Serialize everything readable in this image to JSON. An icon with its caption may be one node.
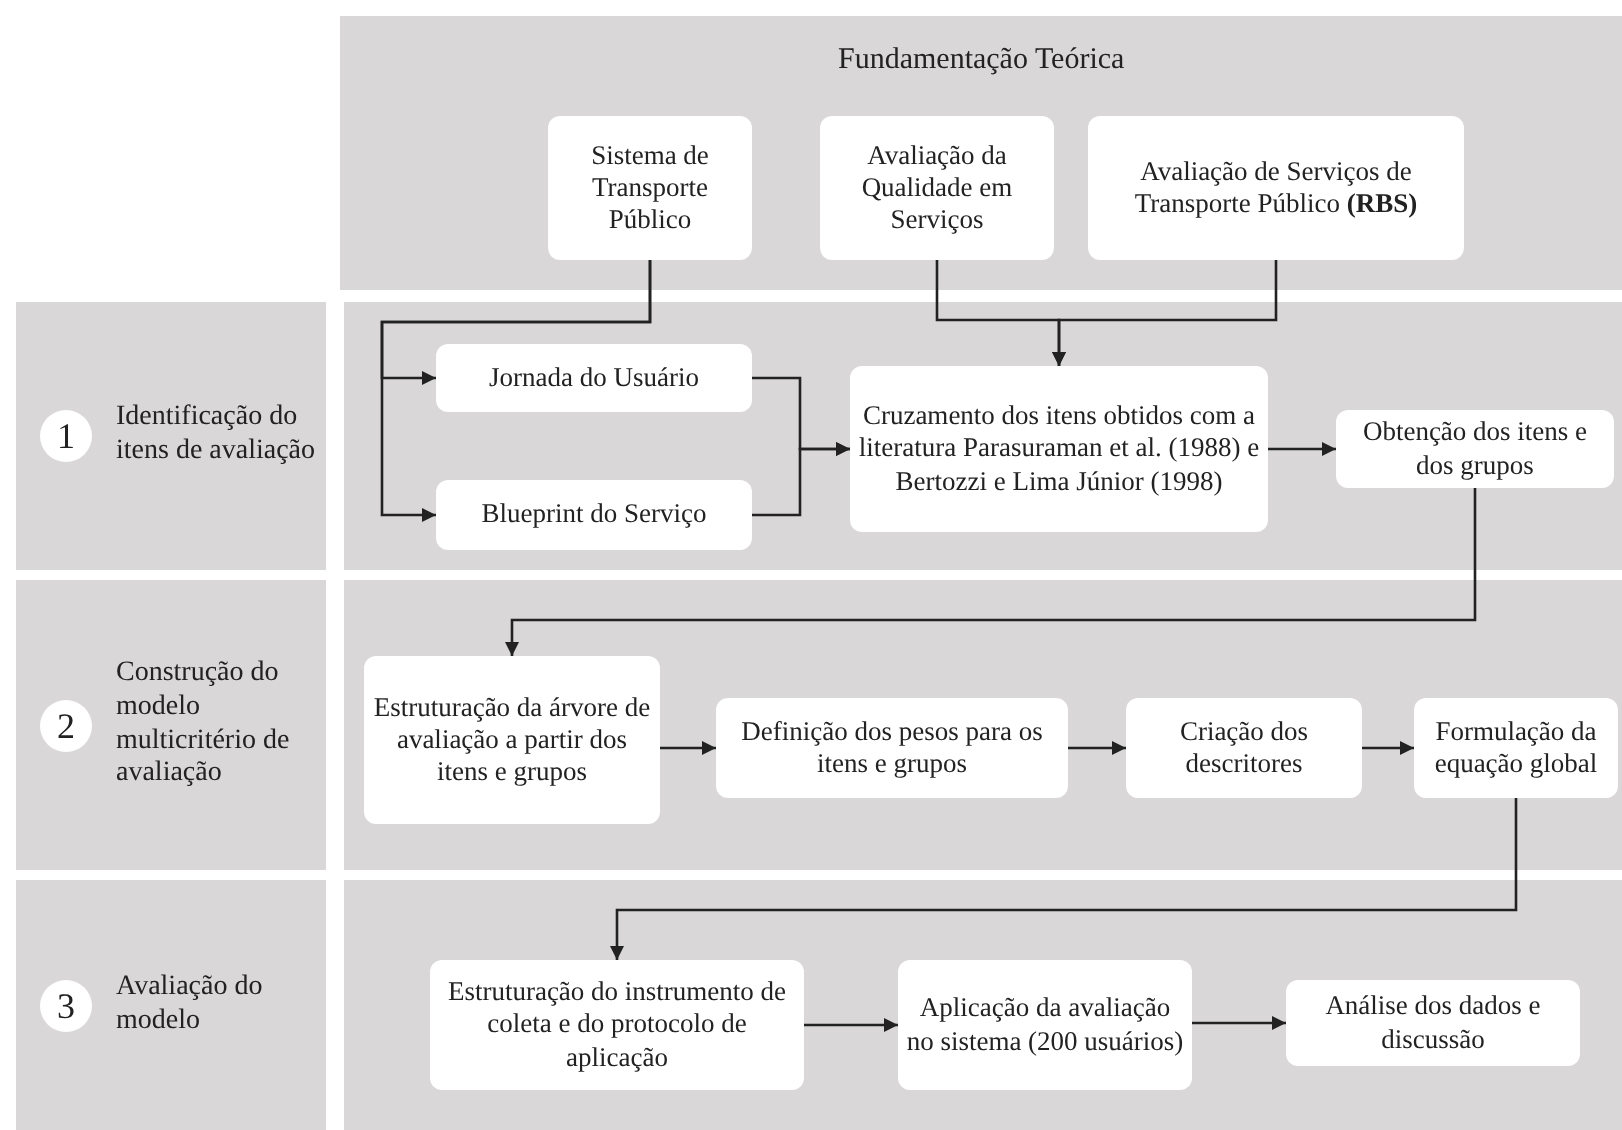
{
  "diagram": {
    "nodes": [
      {
        "text": [
          "Fundamentação Teórica"
        ]
      },
      {
        "text": [
          "Sistema de Transporte Público"
        ],
        "in": 0
      },
      {
        "text": [
          "Avaliação da Qualidade em Serviços"
        ],
        "in": 0
      },
      {
        "text": [
          "Avaliação de Serviços de Transporte Público **(RBS)**"
        ],
        "in": 0
      },
      {
        "text": [
          "1",
          "Identificação do itens de avaliação"
        ]
      },
      {
        "text": [
          "Jornada do Usuário"
        ],
        "in": 4
      },
      {
        "text": [
          "Blueprint do Serviço"
        ],
        "in": 4
      },
      {
        "text": [
          "Cruzamento dos itens obtidos com a literatura Parasuraman et al. (1988) e Bertozzi e Lima Júnior (1998)"
        ],
        "in": 4
      },
      {
        "text": [
          "Obtenção dos itens e dos grupos"
        ],
        "in": 4
      },
      {
        "text": [
          "2",
          "Construção do modelo multicritério de avaliação"
        ]
      },
      {
        "text": [
          "Estruturação da árvore de avaliação a partir dos itens e grupos"
        ],
        "in": 9
      },
      {
        "text": [
          "Definição dos pesos para os itens e grupos"
        ],
        "in": 9
      },
      {
        "text": [
          "Criação dos descritores"
        ],
        "in": 9
      },
      {
        "text": [
          "Formulação da equação global"
        ],
        "in": 9
      },
      {
        "text": [
          "3",
          "Avaliação do modelo"
        ]
      },
      {
        "text": [
          "Estruturação do instrumento de coleta e do protocolo de aplicação"
        ],
        "in": 14
      },
      {
        "text": [
          "Aplicação da avaliação no sistema (200 usuários)"
        ],
        "in": 14
      },
      {
        "text": [
          "Análise dos dados e discussão"
        ],
        "in": 14
      }
    ],
    "edges": [
      {
        "from": 1,
        "to": 5,
        "arrow": "to"
      },
      {
        "from": 1,
        "to": 6,
        "arrow": "to"
      },
      {
        "from": 2,
        "to": 7,
        "arrow": "to"
      },
      {
        "from": 3,
        "to": 7,
        "arrow": "to"
      },
      {
        "from": 5,
        "to": 7,
        "arrow": "to"
      },
      {
        "from": 6,
        "to": 7,
        "arrow": "to"
      },
      {
        "from": 7,
        "to": 8,
        "arrow": "to"
      },
      {
        "from": 8,
        "to": 10,
        "arrow": "to"
      },
      {
        "from": 10,
        "to": 11,
        "arrow": "to"
      },
      {
        "from": 11,
        "to": 12,
        "arrow": "to"
      },
      {
        "from": 12,
        "to": 13,
        "arrow": "to"
      },
      {
        "from": 13,
        "to": 15,
        "arrow": "to"
      },
      {
        "from": 15,
        "to": 16,
        "arrow": "to"
      },
      {
        "from": 16,
        "to": 17,
        "arrow": "to"
      }
    ]
  }
}
